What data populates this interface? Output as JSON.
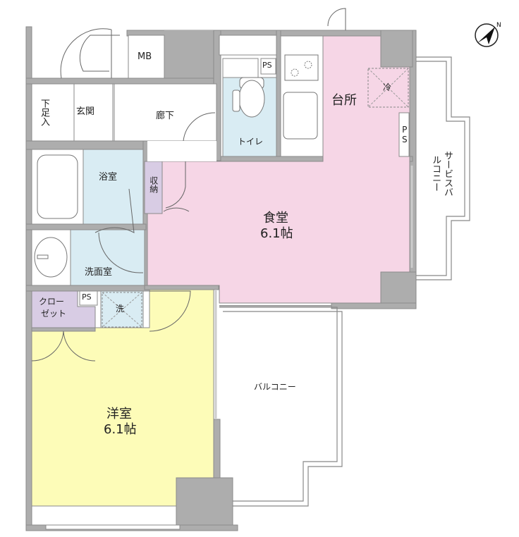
{
  "floor_plan": {
    "colors": {
      "wall": "#adadad",
      "wall_stroke": "#8a8a8a",
      "kitchen_dining": "#f6d6e6",
      "western_room": "#fdfcb8",
      "wet_area": "#d9ecf3",
      "storage": "#d8cce4",
      "balcony": "#ffffff"
    },
    "compass": {
      "icon": "compass-north-arrow",
      "label": "N"
    },
    "rooms": {
      "mb": "MB",
      "shoes": "下足入",
      "entrance": "玄関",
      "hallway": "廊下",
      "ps_toilet": "PS",
      "toilet": "トイレ",
      "kitchen": "台所",
      "fridge": "冷",
      "ps_kitchen": "PS",
      "service_balcony": "サービスバルコニー",
      "bathroom": "浴室",
      "storage": "収納",
      "dining": {
        "name": "食堂",
        "size": "6.1帖"
      },
      "washroom": "洗面室",
      "closet_line1": "クロー",
      "closet_line2": "ゼット",
      "ps_closet": "PS",
      "washer": "洗",
      "western": {
        "name": "洋室",
        "size": "6.1帖"
      },
      "balcony": "バルコニー"
    }
  }
}
